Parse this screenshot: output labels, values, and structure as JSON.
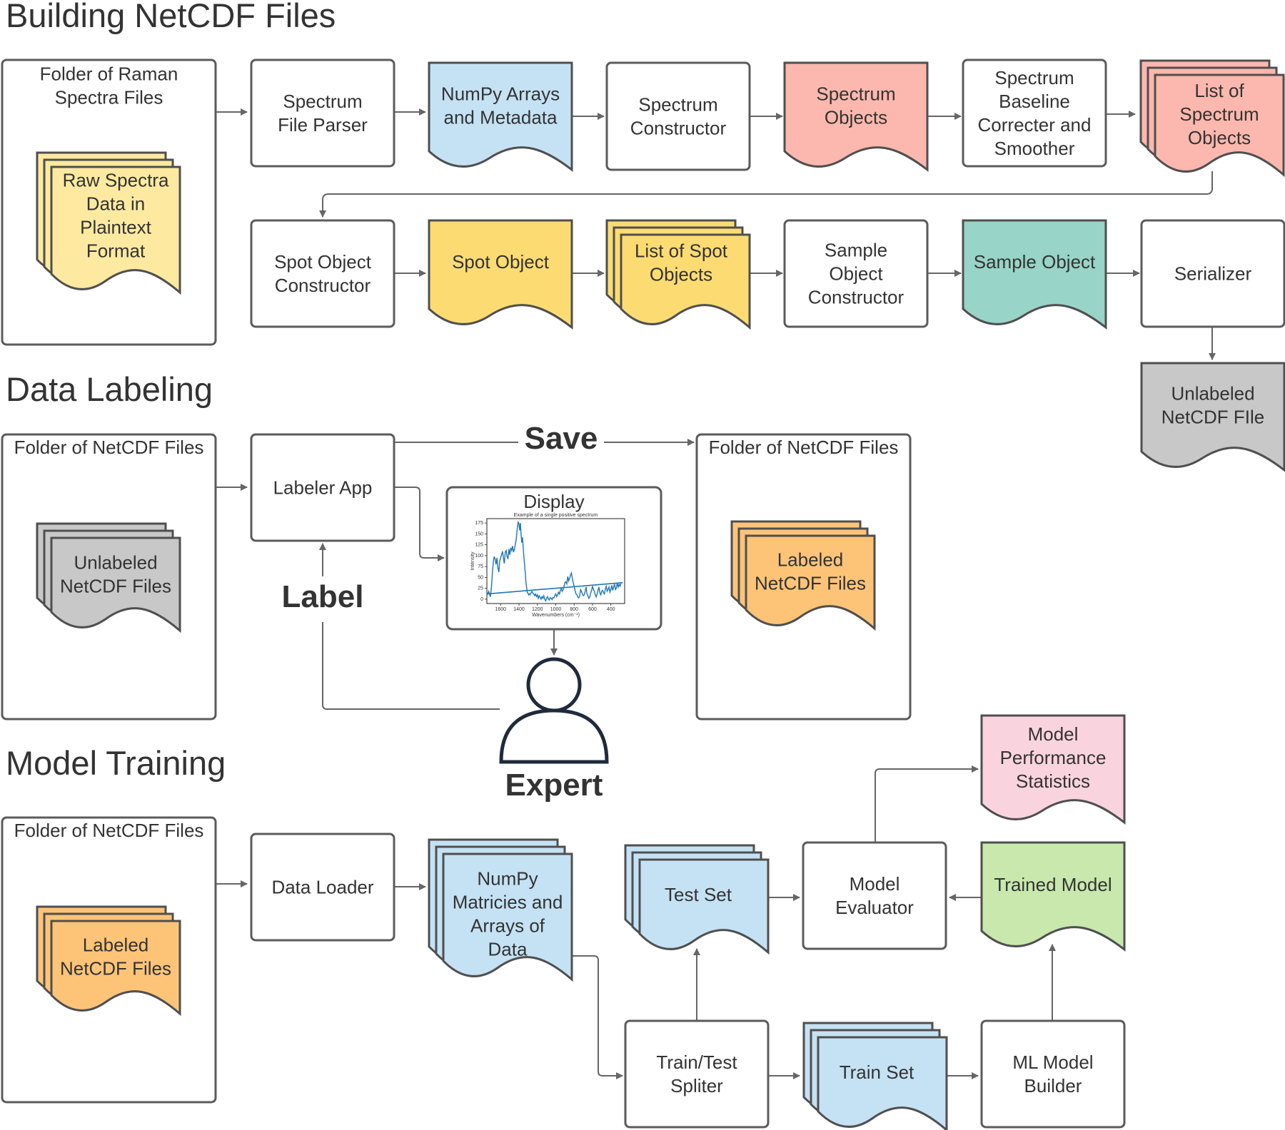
{
  "sections": {
    "building": "Building NetCDF Files",
    "labeling": "Data Labeling",
    "training": "Model Training"
  },
  "nodes": {
    "b_folder": "Folder of Raman\nSpectra Files",
    "b_raw": "Raw Spectra\nData in\nPlaintext\nFormat",
    "b_parser": "Spectrum\nFile Parser",
    "b_numpy": "NumPy Arrays\nand Metadata",
    "b_specconst": "Spectrum\nConstructor",
    "b_specobj": "Spectrum\nObjects",
    "b_baseline": "Spectrum\nBaseline\nCorrecter and\nSmoother",
    "b_listspec": "List of\nSpectrum\nObjects",
    "b_spotconst": "Spot Object\nConstructor",
    "b_spotobj": "Spot Object",
    "b_listspot": "List of Spot\nObjects",
    "b_sampleconst": "Sample\nObject\nConstructor",
    "b_sampleobj": "Sample Object",
    "b_serializer": "Serializer",
    "b_unlabeled": "Unlabeled\nNetCDF FIle",
    "l_folder_in": "Folder of NetCDF Files",
    "l_unlabeled": "Unlabeled\nNetCDF Files",
    "l_app": "Labeler App",
    "l_save": "Save",
    "l_folder_out": "Folder of NetCDF Files",
    "l_labeled": "Labeled\nNetCDF Files",
    "l_display": "Display",
    "l_label": "Label",
    "l_expert": "Expert",
    "t_folder": "Folder of NetCDF Files",
    "t_labeled": "Labeled\nNetCDF Files",
    "t_loader": "Data Loader",
    "t_numpy": "NumPy\nMatricies and\nArrays of\nData",
    "t_splitter": "Train/Test\nSpliter",
    "t_testset": "Test Set",
    "t_trainset": "Train Set",
    "t_evaluator": "Model\nEvaluator",
    "t_stats": "Model\nPerformance\nStatistics",
    "t_trained": "Trained Model",
    "t_builder": "ML Model\nBuilder"
  },
  "colors": {
    "yellow_light": "#fdeaa0",
    "yellow": "#fcdc72",
    "blue": "#c5e2f4",
    "salmon": "#fcb8ae",
    "teal": "#98d4c8",
    "gray": "#c8c8c8",
    "orange": "#fdc478",
    "pink": "#f9d4df",
    "green": "#c8e8ad",
    "line_series": "#1f77b4",
    "expert": "#1f2a3c"
  },
  "display_chart": {
    "chart_data": {
      "type": "line",
      "title": "Example of a single positive spectrum",
      "xlabel": "Wavenumbers (cm⁻¹)",
      "ylabel": "Intensity",
      "xlim": [
        1750,
        250
      ],
      "ylim": [
        -10,
        185
      ],
      "x_ticks": [
        1600,
        1400,
        1200,
        1000,
        800,
        600,
        400
      ],
      "y_ticks": [
        0,
        25,
        50,
        75,
        100,
        125,
        150,
        175
      ],
      "series": [
        {
          "x": [
            1750,
            1730,
            1712,
            1700,
            1690,
            1680,
            1670,
            1660,
            1650,
            1640,
            1630,
            1620,
            1610,
            1600,
            1590,
            1580,
            1570,
            1560,
            1550,
            1540,
            1530,
            1520,
            1510,
            1500,
            1490,
            1480,
            1470,
            1460,
            1450,
            1440,
            1430,
            1420,
            1410,
            1400,
            1392,
            1385,
            1378,
            1370,
            1362,
            1355,
            1348,
            1340,
            1332,
            1325,
            1318,
            1310,
            1302,
            1295,
            1288,
            1280,
            1270,
            1260,
            1250,
            1240,
            1230,
            1220,
            1210,
            1200,
            1190,
            1180,
            1170,
            1160,
            1150,
            1140,
            1130,
            1120,
            1110,
            1100,
            1090,
            1080,
            1070,
            1060,
            1050,
            1040,
            1030,
            1020,
            1010,
            1000,
            990,
            980,
            970,
            960,
            950,
            940,
            930,
            920,
            910,
            900,
            890,
            880,
            870,
            860,
            850,
            840,
            830,
            820,
            810,
            800,
            790,
            780,
            770,
            760,
            750,
            740,
            730,
            720,
            710,
            700,
            690,
            680,
            670,
            660,
            650,
            640,
            630,
            620,
            610,
            600,
            590,
            580,
            570,
            560,
            550,
            540,
            530,
            520,
            510,
            500,
            490,
            480,
            470,
            460,
            450,
            440,
            430,
            420,
            410,
            400,
            390,
            380,
            370,
            360,
            350,
            340,
            330,
            320,
            310,
            300,
            290,
            280,
            270
          ],
          "y": [
            8,
            18,
            5,
            28,
            60,
            85,
            98,
            92,
            80,
            95,
            72,
            62,
            88,
            95,
            102,
            110,
            95,
            82,
            108,
            112,
            98,
            92,
            115,
            102,
            118,
            112,
            122,
            108,
            115,
            126,
            138,
            160,
            178,
            172,
            158,
            175,
            150,
            130,
            142,
            120,
            100,
            80,
            60,
            40,
            28,
            15,
            14,
            10,
            12,
            10,
            14,
            18,
            14,
            12,
            8,
            12,
            6,
            10,
            2,
            8,
            4,
            0,
            6,
            2,
            8,
            0,
            -4,
            2,
            6,
            0,
            -2,
            4,
            2,
            -1,
            4,
            3,
            8,
            12,
            6,
            10,
            16,
            12,
            20,
            25,
            18,
            22,
            30,
            38,
            40,
            35,
            52,
            42,
            48,
            55,
            60,
            48,
            38,
            30,
            20,
            12,
            10,
            5,
            3,
            8,
            22,
            18,
            12,
            8,
            10,
            18,
            28,
            12,
            8,
            2,
            5,
            14,
            20,
            30,
            22,
            18,
            10,
            5,
            12,
            20,
            28,
            15,
            10,
            18,
            20,
            15,
            12,
            24,
            30,
            18,
            22,
            28,
            16,
            22,
            32,
            20,
            28,
            35,
            22,
            26,
            38,
            28,
            34,
            30,
            36
          ]
        },
        {
          "x": [
            1750,
            270
          ],
          "y": [
            12,
            38
          ]
        }
      ]
    }
  }
}
